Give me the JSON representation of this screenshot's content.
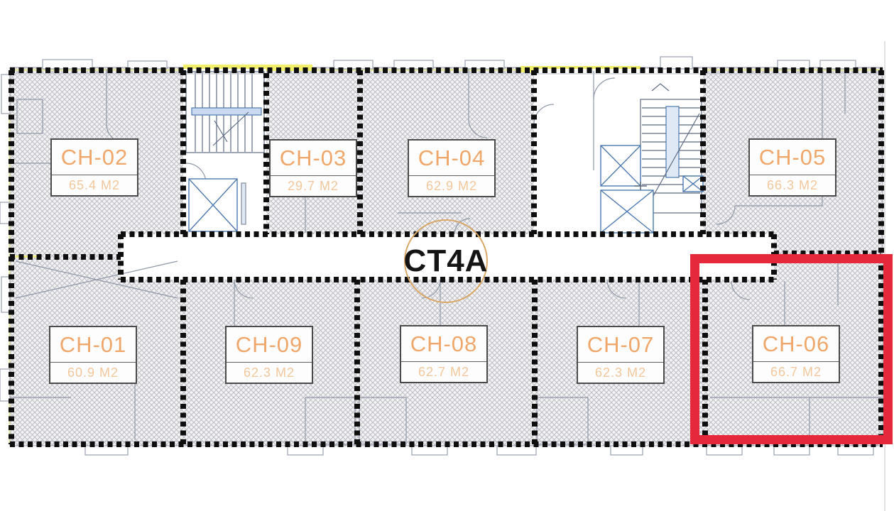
{
  "plan": {
    "building_label": "CT4A",
    "highlighted_unit": "CH-06",
    "units": [
      {
        "id": "CH-02",
        "area": "65.4 M2"
      },
      {
        "id": "CH-03",
        "area": "29.7 M2"
      },
      {
        "id": "CH-04",
        "area": "62.9 M2"
      },
      {
        "id": "CH-05",
        "area": "66.3 M2"
      },
      {
        "id": "CH-01",
        "area": "60.9 M2"
      },
      {
        "id": "CH-09",
        "area": "62.3 M2"
      },
      {
        "id": "CH-08",
        "area": "62.7 M2"
      },
      {
        "id": "CH-07",
        "area": "62.3 M2"
      },
      {
        "id": "CH-06",
        "area": "66.7 M2"
      }
    ],
    "colors": {
      "unit_name": "#efa76c",
      "unit_area": "#f2c79c",
      "highlight": "#e6293a",
      "building_label_text": "#141414",
      "building_label_circle": "#d9a868",
      "boundary_dots": "#0e0e0e",
      "yellow_band": "#f2ef6a"
    }
  }
}
